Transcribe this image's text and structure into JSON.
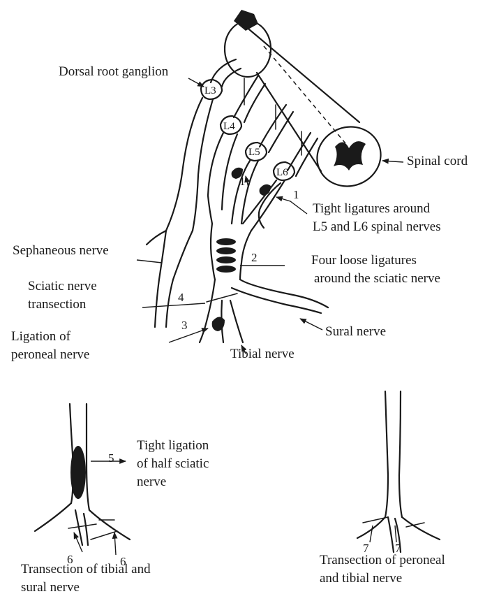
{
  "labels": {
    "drg": "Dorsal root ganglion",
    "spinal_cord": "Spinal cord",
    "tight_lig_1": "Tight ligatures around",
    "tight_lig_2": "L5 and L6 spinal nerves",
    "sephaneous": "Sephaneous nerve",
    "four_loose_1": "Four loose ligatures",
    "four_loose_2": "around the sciatic nerve",
    "sciatic_tx_1": "Sciatic nerve",
    "sciatic_tx_2": "transection",
    "sural": "Sural nerve",
    "peroneal_lig_1": "Ligation of",
    "peroneal_lig_2": "peroneal nerve",
    "tibial": "Tibial nerve",
    "half_sciatic_1": "Tight ligation",
    "half_sciatic_2": "of half sciatic",
    "half_sciatic_3": "nerve",
    "tibial_sural_1": "Transection of tibial and",
    "tibial_sural_2": "sural nerve",
    "peroneal_tibial_1": "Transection of peroneal",
    "peroneal_tibial_2": "and tibial nerve"
  },
  "segments": {
    "l3": "L3",
    "l4": "L4",
    "l5": "L5",
    "l6": "L6"
  },
  "markers": {
    "m1a": "1",
    "m1b": "1",
    "m2": "2",
    "m3": "3",
    "m4": "4",
    "m5": "5",
    "m6a": "6",
    "m6b": "6",
    "m7a": "7",
    "m7b": "7"
  },
  "colors": {
    "ink": "#1a1a1a",
    "background": "#ffffff"
  }
}
